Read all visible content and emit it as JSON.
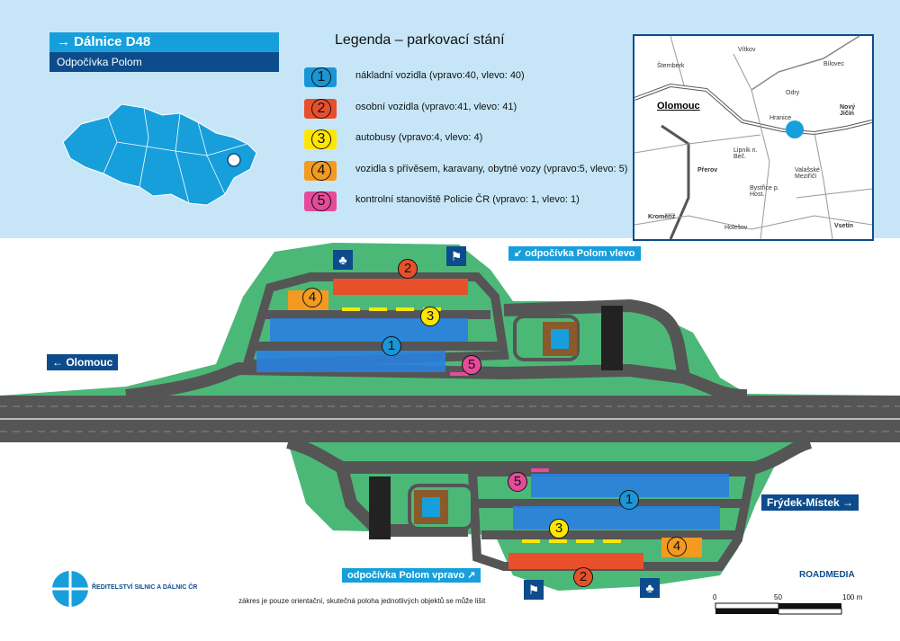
{
  "header": {
    "highway": "Dálnice D48",
    "rest_area": "Odpočívka Polom"
  },
  "legend": {
    "title": "Legenda – parkovací stání",
    "items": [
      {
        "num": "1",
        "color": "#1a96d6",
        "label": "nákladní vozidla (vpravo:40, vlevo: 40)"
      },
      {
        "num": "2",
        "color": "#e8502b",
        "label": "osobní vozidla (vpravo:41, vlevo: 41)"
      },
      {
        "num": "3",
        "color": "#ffe600",
        "label": "autobusy (vpravo:4, vlevo: 4)"
      },
      {
        "num": "4",
        "color": "#f39a20",
        "label": "vozidla s přívěsem, karavany, obytné vozy (vpravo:5, vlevo: 5)"
      },
      {
        "num": "5",
        "color": "#e64a9a",
        "label": "kontrolní stanoviště Policie ČR (vpravo: 1, vlevo: 1)"
      }
    ]
  },
  "minimap": {
    "places": [
      "Šternberk",
      "Vítkov",
      "Bílovec",
      "Odry",
      "Olomouc",
      "Hranice",
      "Nový Jičín",
      "Lipník n. Beč.",
      "Přerov",
      "Valašské Meziříčí",
      "Bystřice p. Host.",
      "Kroměříž",
      "Holešov",
      "Vsetín"
    ]
  },
  "directions": {
    "left": "← Olomouc",
    "right": "Frýdek-Místek →",
    "rest_left": "↙ odpočívka Polom vlevo",
    "rest_right": "odpočívka Polom vpravo ↗"
  },
  "footer": {
    "note": "zákres je pouze orientační, skutečná poloha jednotlivých objektů se může lišit",
    "org": "ŘEDITELSTVÍ SILNIC A DÁLNIC ČR",
    "brand": "ROADMEDIA",
    "scale_0": "0",
    "scale_50": "50",
    "scale_100": "100 m"
  },
  "colors": {
    "green": "#4cb878",
    "asphalt": "#555555",
    "sky": "#c6e6f7",
    "navy": "#0d4c8c",
    "blue": "#179fdb"
  }
}
